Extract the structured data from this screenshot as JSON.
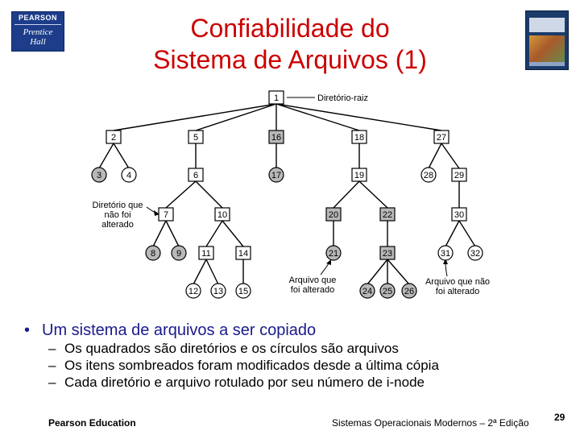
{
  "logo": {
    "top": "PEARSON",
    "mid1": "Prentice",
    "mid2": "Hall"
  },
  "title": {
    "line1": "Confiabilidade do",
    "line2": "Sistema de Arquivos (1)"
  },
  "diagram": {
    "nodes": [
      {
        "id": "1",
        "shape": "square",
        "shaded": false
      },
      {
        "id": "2",
        "shape": "square",
        "shaded": false
      },
      {
        "id": "5",
        "shape": "square",
        "shaded": false
      },
      {
        "id": "16",
        "shape": "square",
        "shaded": true
      },
      {
        "id": "18",
        "shape": "square",
        "shaded": false
      },
      {
        "id": "27",
        "shape": "square",
        "shaded": false
      },
      {
        "id": "3",
        "shape": "circle",
        "shaded": true
      },
      {
        "id": "4",
        "shape": "circle",
        "shaded": false
      },
      {
        "id": "6",
        "shape": "square",
        "shaded": false
      },
      {
        "id": "17",
        "shape": "circle",
        "shaded": true
      },
      {
        "id": "19",
        "shape": "square",
        "shaded": false
      },
      {
        "id": "28",
        "shape": "circle",
        "shaded": false
      },
      {
        "id": "29",
        "shape": "square",
        "shaded": false
      },
      {
        "id": "7",
        "shape": "square",
        "shaded": false
      },
      {
        "id": "10",
        "shape": "square",
        "shaded": false
      },
      {
        "id": "20",
        "shape": "square",
        "shaded": true
      },
      {
        "id": "22",
        "shape": "square",
        "shaded": true
      },
      {
        "id": "30",
        "shape": "square",
        "shaded": false
      },
      {
        "id": "8",
        "shape": "circle",
        "shaded": true
      },
      {
        "id": "9",
        "shape": "circle",
        "shaded": true
      },
      {
        "id": "11",
        "shape": "square",
        "shaded": false
      },
      {
        "id": "14",
        "shape": "square",
        "shaded": false
      },
      {
        "id": "21",
        "shape": "circle",
        "shaded": true
      },
      {
        "id": "23",
        "shape": "square",
        "shaded": true
      },
      {
        "id": "31",
        "shape": "circle",
        "shaded": false
      },
      {
        "id": "32",
        "shape": "circle",
        "shaded": false
      },
      {
        "id": "12",
        "shape": "circle",
        "shaded": false
      },
      {
        "id": "13",
        "shape": "circle",
        "shaded": false
      },
      {
        "id": "15",
        "shape": "circle",
        "shaded": false
      },
      {
        "id": "24",
        "shape": "circle",
        "shaded": true
      },
      {
        "id": "25",
        "shape": "circle",
        "shaded": true
      },
      {
        "id": "26",
        "shape": "circle",
        "shaded": true
      }
    ],
    "edges": [
      [
        "1",
        "2"
      ],
      [
        "1",
        "5"
      ],
      [
        "1",
        "16"
      ],
      [
        "1",
        "18"
      ],
      [
        "1",
        "27"
      ],
      [
        "2",
        "3"
      ],
      [
        "2",
        "4"
      ],
      [
        "5",
        "6"
      ],
      [
        "16",
        "17"
      ],
      [
        "18",
        "19"
      ],
      [
        "27",
        "28"
      ],
      [
        "27",
        "29"
      ],
      [
        "6",
        "7"
      ],
      [
        "6",
        "10"
      ],
      [
        "19",
        "20"
      ],
      [
        "19",
        "22"
      ],
      [
        "29",
        "30"
      ],
      [
        "7",
        "8"
      ],
      [
        "7",
        "9"
      ],
      [
        "10",
        "11"
      ],
      [
        "10",
        "14"
      ],
      [
        "20",
        "21"
      ],
      [
        "22",
        "23"
      ],
      [
        "30",
        "31"
      ],
      [
        "30",
        "32"
      ],
      [
        "11",
        "12"
      ],
      [
        "11",
        "13"
      ],
      [
        "14",
        "15"
      ],
      [
        "23",
        "24"
      ],
      [
        "23",
        "25"
      ],
      [
        "23",
        "26"
      ]
    ],
    "labels": {
      "root": "Diretório-raiz",
      "unchanged_dir_line1": "Diretório que",
      "unchanged_dir_line2": "não foi",
      "unchanged_dir_line3": "alterado",
      "changed_file_line1": "Arquivo que",
      "changed_file_line2": "foi alterado",
      "unchanged_file_line1": "Arquivo que não",
      "unchanged_file_line2": "foi alterado"
    },
    "colors": {
      "shaded": "#b8b8b8",
      "line": "#000000"
    }
  },
  "bullets": {
    "main": "Um sistema de arquivos a ser copiado",
    "sub1": "Os quadrados são diretórios e os círculos são arquivos",
    "sub2": "Os itens sombreados foram modificados desde a última cópia",
    "sub3": "Cada diretório e arquivo rotulado por seu número de i-node"
  },
  "footer": {
    "left": "Pearson Education",
    "right": "Sistemas Operacionais Modernos – 2ª Edição",
    "page": "29"
  }
}
